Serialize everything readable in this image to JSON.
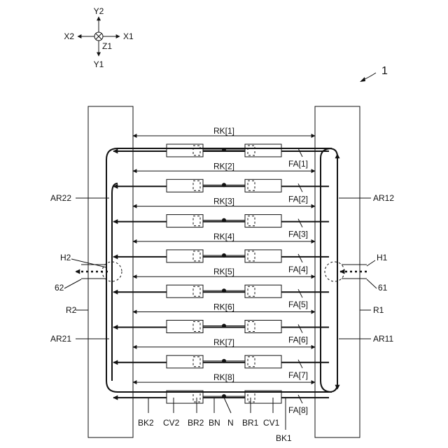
{
  "figure_number": "1",
  "axes": {
    "y_up": "Y2",
    "y_down": "Y1",
    "x_left": "X2",
    "x_right": "X1",
    "z": "Z1"
  },
  "rows": [
    {
      "rk": "RK[1]",
      "fa": "FA[1]"
    },
    {
      "rk": "RK[2]",
      "fa": "FA[2]"
    },
    {
      "rk": "RK[3]",
      "fa": "FA[3]"
    },
    {
      "rk": "RK[4]",
      "fa": "FA[4]"
    },
    {
      "rk": "RK[5]",
      "fa": "FA[5]"
    },
    {
      "rk": "RK[6]",
      "fa": "FA[6]"
    },
    {
      "rk": "RK[7]",
      "fa": "FA[7]"
    },
    {
      "rk": "RK[8]",
      "fa": "FA[8]"
    }
  ],
  "labels": {
    "ar22": "AR22",
    "ar21": "AR21",
    "ar12": "AR12",
    "ar11": "AR11",
    "h2": "H2",
    "h1": "H1",
    "ref62": "62",
    "ref61": "61",
    "r2": "R2",
    "r1": "R1",
    "bk2": "BK2",
    "cv2": "CV2",
    "br2": "BR2",
    "bn": "BN",
    "n": "N",
    "br1": "BR1",
    "cv1": "CV1",
    "bk1": "BK1"
  }
}
